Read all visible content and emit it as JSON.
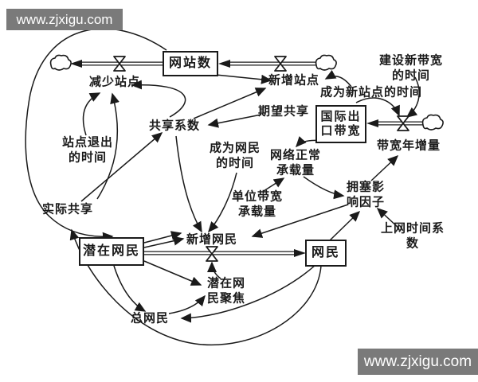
{
  "watermarks": {
    "top_left": "www.zjxigu.com",
    "bottom_right": "www.zjxigu.com"
  },
  "diagram": {
    "type": "system-dynamics-stock-flow",
    "stocks": [
      {
        "id": "websites",
        "label": "网站数"
      },
      {
        "id": "intl-export-bandwidth",
        "label": "国际出\n口带宽"
      },
      {
        "id": "potential-netizens",
        "label": "潜在网民"
      },
      {
        "id": "netizens",
        "label": "网民"
      }
    ],
    "rates": [
      {
        "id": "site-decrease",
        "label": "减少站点"
      },
      {
        "id": "site-increase",
        "label": "新增站点"
      },
      {
        "id": "bandwidth-yearly-increase",
        "label": "带宽年增量"
      },
      {
        "id": "netizen-increase",
        "label": "新增网民"
      }
    ],
    "auxiliaries": [
      {
        "id": "build-new-bandwidth-time",
        "label": "建设新带宽的时间"
      },
      {
        "id": "become-new-site-time",
        "label": "成为新站点的时间"
      },
      {
        "id": "expected-share",
        "label": "期望共享"
      },
      {
        "id": "share-coefficient",
        "label": "共享系数"
      },
      {
        "id": "site-exit-time",
        "label": "站点退出\n的时间"
      },
      {
        "id": "become-netizen-time",
        "label": "成为网民\n的时间"
      },
      {
        "id": "network-normal-capacity",
        "label": "网络正常\n承载量"
      },
      {
        "id": "capacity-per-bandwidth",
        "label": "单位带宽\n承载量"
      },
      {
        "id": "congestion-factor",
        "label": "拥塞影\n响因子"
      },
      {
        "id": "online-time-coefficient",
        "label": "上网时间系数"
      },
      {
        "id": "actual-share",
        "label": "实际共享"
      },
      {
        "id": "potential-netizen-focus",
        "label": "潜在网\n民聚焦"
      },
      {
        "id": "total-netizens",
        "label": "总网民"
      }
    ]
  }
}
